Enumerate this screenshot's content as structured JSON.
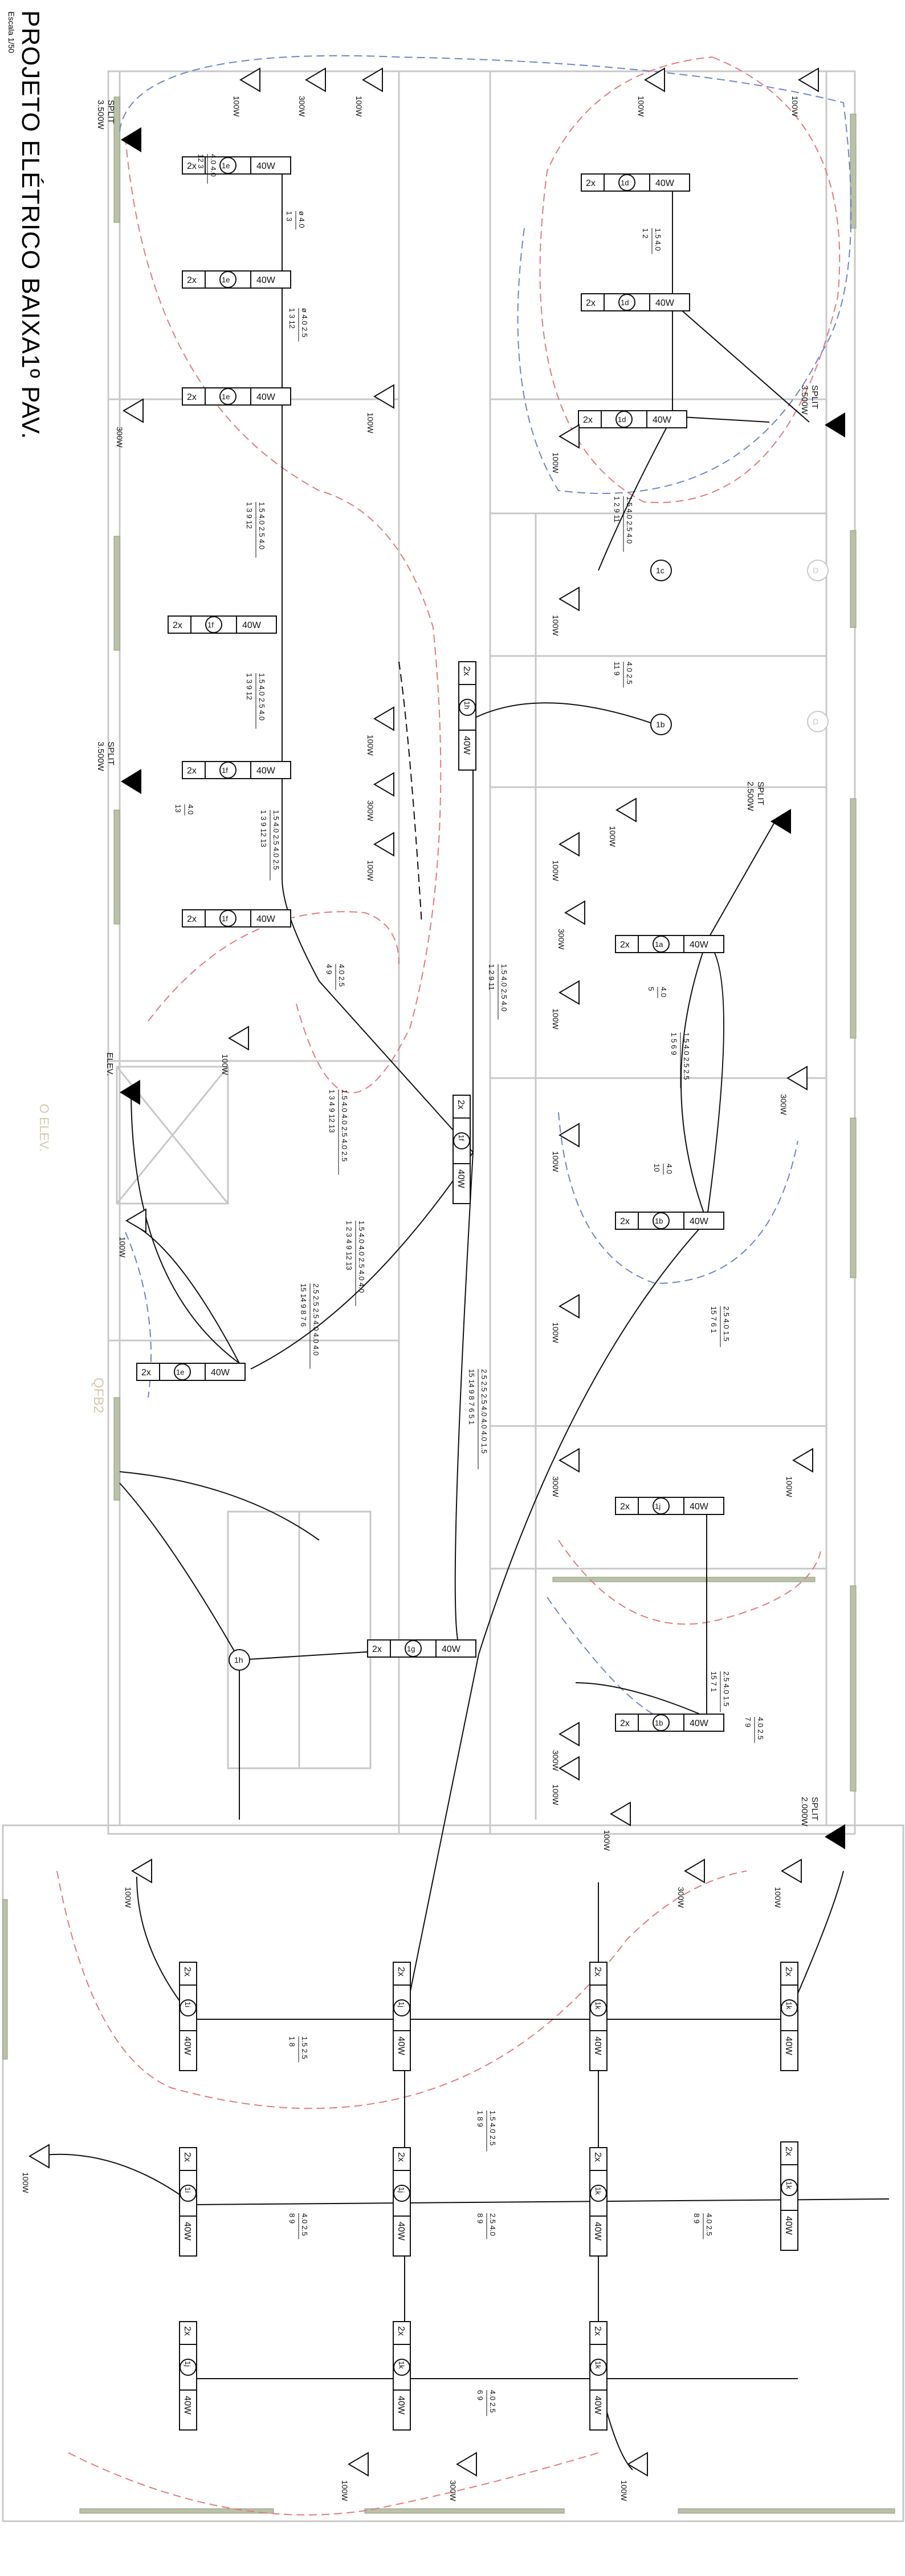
{
  "title": "PROJETO ELÉTRICO BAIXA1º PAV.",
  "scale": "Escala 1/50",
  "colors": {
    "walls": "#c8c8c8",
    "wiring": "#111111",
    "return_dashed_blue": "#6f84c8",
    "return_dashed_red": "#e27b7b",
    "window": "#9aa58c",
    "beige_label": "#d8c8a8"
  },
  "room_labels": {
    "elevator": "O ELEV.",
    "shaft": "QFB2"
  },
  "luminaires": [
    {
      "id": "l1",
      "pair": "2x",
      "circuit": "1e",
      "power": "40W"
    },
    {
      "id": "l2",
      "pair": "2x",
      "circuit": "1e",
      "power": "40W"
    },
    {
      "id": "l3",
      "pair": "2x",
      "circuit": "1e",
      "power": "40W"
    },
    {
      "id": "l4",
      "pair": "2x",
      "circuit": "1f",
      "power": "40W"
    },
    {
      "id": "l5",
      "pair": "2x",
      "circuit": "1f",
      "power": "40W"
    },
    {
      "id": "l6",
      "pair": "2x",
      "circuit": "1f",
      "power": "40W"
    },
    {
      "id": "l7",
      "pair": "2x",
      "circuit": "1e",
      "power": "40W"
    },
    {
      "id": "l8",
      "pair": "2x",
      "circuit": "1g",
      "power": "40W"
    },
    {
      "id": "l9",
      "pair": "2x",
      "circuit": "1f",
      "power": "40W"
    },
    {
      "id": "l10",
      "pair": "2x",
      "circuit": "1h",
      "power": "40W"
    },
    {
      "id": "l11",
      "pair": "2x",
      "circuit": "1d",
      "power": "40W"
    },
    {
      "id": "l12",
      "pair": "2x",
      "circuit": "1d",
      "power": "40W"
    },
    {
      "id": "l13",
      "pair": "2x",
      "circuit": "1d",
      "power": "40W"
    },
    {
      "id": "l14",
      "pair": "2x",
      "circuit": "1a",
      "power": "40W"
    },
    {
      "id": "l15",
      "pair": "2x",
      "circuit": "1b",
      "power": "40W"
    },
    {
      "id": "l16",
      "pair": "2x",
      "circuit": "1b",
      "power": "40W"
    },
    {
      "id": "l17",
      "pair": "2x",
      "circuit": "1i",
      "power": "40W"
    },
    {
      "id": "l18",
      "pair": "2x",
      "circuit": "1i",
      "power": "40W"
    },
    {
      "id": "l19",
      "pair": "2x",
      "circuit": "1j",
      "power": "40W"
    },
    {
      "id": "l20",
      "pair": "2x",
      "circuit": "1j",
      "power": "40W"
    },
    {
      "id": "l21",
      "pair": "2x",
      "circuit": "1j",
      "power": "40W"
    },
    {
      "id": "l22",
      "pair": "2x",
      "circuit": "1k",
      "power": "40W"
    },
    {
      "id": "l23",
      "pair": "2x",
      "circuit": "1k",
      "power": "40W"
    },
    {
      "id": "l24",
      "pair": "2x",
      "circuit": "1k",
      "power": "40W"
    },
    {
      "id": "l25",
      "pair": "2x",
      "circuit": "1k",
      "power": "40W"
    },
    {
      "id": "l26",
      "pair": "2x",
      "circuit": "1k",
      "power": "40W"
    },
    {
      "id": "l27",
      "pair": "2x",
      "circuit": "1k",
      "power": "40W"
    },
    {
      "id": "l28",
      "pair": "2x",
      "circuit": "1j",
      "power": "40W"
    }
  ],
  "point_lights": [
    {
      "id": "p1",
      "label": "1c"
    },
    {
      "id": "p2",
      "label": "1b"
    },
    {
      "id": "p3",
      "label": "1h"
    },
    {
      "id": "p4",
      "label": "D"
    },
    {
      "id": "p5",
      "label": "D"
    }
  ],
  "splits": [
    {
      "id": "s1",
      "label": "SPLIT",
      "power": "3.500W"
    },
    {
      "id": "s2",
      "label": "SPLIT",
      "power": "3.500W"
    },
    {
      "id": "s3",
      "label": "SPLIT",
      "power": "3.500W"
    },
    {
      "id": "s4",
      "label": "SPLIT",
      "power": "2.500W"
    },
    {
      "id": "s5",
      "label": "SPLIT",
      "power": "2.000W"
    },
    {
      "id": "s6",
      "label": "ELEV.",
      "power": ""
    }
  ],
  "outlet_powers": [
    {
      "id": "o1",
      "power": "100W"
    },
    {
      "id": "o2",
      "power": "300W"
    },
    {
      "id": "o3",
      "power": "100W"
    },
    {
      "id": "o4",
      "power": "100W"
    },
    {
      "id": "o5",
      "power": "100W"
    },
    {
      "id": "o6",
      "power": "300W"
    },
    {
      "id": "o7",
      "power": "100W"
    },
    {
      "id": "o8",
      "power": "100W"
    },
    {
      "id": "o9",
      "power": "100W"
    },
    {
      "id": "o10",
      "power": "100W"
    },
    {
      "id": "o11",
      "power": "300W"
    },
    {
      "id": "o12",
      "power": "100W"
    },
    {
      "id": "o13",
      "power": "100W"
    },
    {
      "id": "o14",
      "power": "100W"
    },
    {
      "id": "o15",
      "power": "300W"
    },
    {
      "id": "o16",
      "power": "100W"
    },
    {
      "id": "o17",
      "power": "100W"
    },
    {
      "id": "o18",
      "power": "300W"
    },
    {
      "id": "o19",
      "power": "100W"
    },
    {
      "id": "o20",
      "power": "100W"
    },
    {
      "id": "o21",
      "power": "100W"
    },
    {
      "id": "o22",
      "power": "300W"
    },
    {
      "id": "o23",
      "power": "100W"
    },
    {
      "id": "o24",
      "power": "300W"
    },
    {
      "id": "o25",
      "power": "100W"
    },
    {
      "id": "o26",
      "power": "100W"
    },
    {
      "id": "o27",
      "power": "300W"
    },
    {
      "id": "o28",
      "power": "100W"
    },
    {
      "id": "o29",
      "power": "100W"
    },
    {
      "id": "o30",
      "power": "100W"
    },
    {
      "id": "o31",
      "power": "100W"
    },
    {
      "id": "o32",
      "power": "300W"
    },
    {
      "id": "o33",
      "power": "100W"
    }
  ],
  "wire_annotations": [
    {
      "id": "w1",
      "text": "4.0  4.0",
      "sub": "12  3"
    },
    {
      "id": "w2",
      "text": "ø 4.0",
      "sub": "1  3"
    },
    {
      "id": "w3",
      "text": "ø 4.0 2.5",
      "sub": "1  3  12"
    },
    {
      "id": "w4",
      "text": "1.5 4.0 2.5 4.0",
      "sub": "1  3  9  12"
    },
    {
      "id": "w5",
      "text": "1.5 4.0 2.5 4.0",
      "sub": "1  3  9  12"
    },
    {
      "id": "w6",
      "text": "1.5 4.0 2.5 4.0 2.5",
      "sub": "1  3  9  12  13"
    },
    {
      "id": "w7",
      "text": "4.0 2.5",
      "sub": "4  9"
    },
    {
      "id": "w8",
      "text": "1.5 4.0 4.0 2.5 4.0 2.5",
      "sub": "1  3  4  9  12  13"
    },
    {
      "id": "w9",
      "text": "1.5 4.0 4.0 2.5 4.0 4.0",
      "sub": "1  2  3  4  9  12  13"
    },
    {
      "id": "w10",
      "text": "2.5 2.5 2.5 4.0 4.0 4.0",
      "sub": "15  14  9  8  7  6"
    },
    {
      "id": "w11",
      "text": "2.5 2.5 2.5 4.0 4.0 4.0 1.5",
      "sub": "15 14 9 8 7 6 5 1"
    },
    {
      "id": "w12",
      "text": "1.5 4.0 2.5 4.0",
      "sub": "1  2  9  11"
    },
    {
      "id": "w13",
      "text": "1.5 4.0",
      "sub": "1  2"
    },
    {
      "id": "w14",
      "text": "1.5 4.0 2.5 4.0",
      "sub": "1  2  9  11"
    },
    {
      "id": "w15",
      "text": "4.0 2.5",
      "sub": "11  9"
    },
    {
      "id": "w16",
      "text": "1.5 4.0 2.5 2.5",
      "sub": "1  5  6  9"
    },
    {
      "id": "w17",
      "text": "2.5 4.0 1.5",
      "sub": "15  7  6  1"
    },
    {
      "id": "w18",
      "text": "2.5 4.0 1.5",
      "sub": "15  7  1"
    },
    {
      "id": "w19",
      "text": "4.0 2.5",
      "sub": "7  9"
    },
    {
      "id": "w20",
      "text": "1.5 2.5",
      "sub": "1  8"
    },
    {
      "id": "w21",
      "text": "4.0 2.5",
      "sub": "8  9"
    },
    {
      "id": "w22",
      "text": "1.5 4.0 2.5",
      "sub": "1  8  9"
    },
    {
      "id": "w23",
      "text": "2.5 4.0",
      "sub": "8  9"
    },
    {
      "id": "w24",
      "text": "4.0 2.5",
      "sub": "8  9"
    },
    {
      "id": "w25",
      "text": "4.0 2.5",
      "sub": "6  9"
    },
    {
      "id": "w26",
      "text": "4.0",
      "sub": "10"
    },
    {
      "id": "w27",
      "text": "4.0",
      "sub": "5"
    },
    {
      "id": "w28",
      "text": "4.0",
      "sub": "13"
    }
  ],
  "small_numbers": [
    "1",
    "2",
    "3",
    "4",
    "5",
    "6",
    "7",
    "8",
    "9",
    "10",
    "11",
    "12",
    "13",
    "14",
    "15"
  ]
}
